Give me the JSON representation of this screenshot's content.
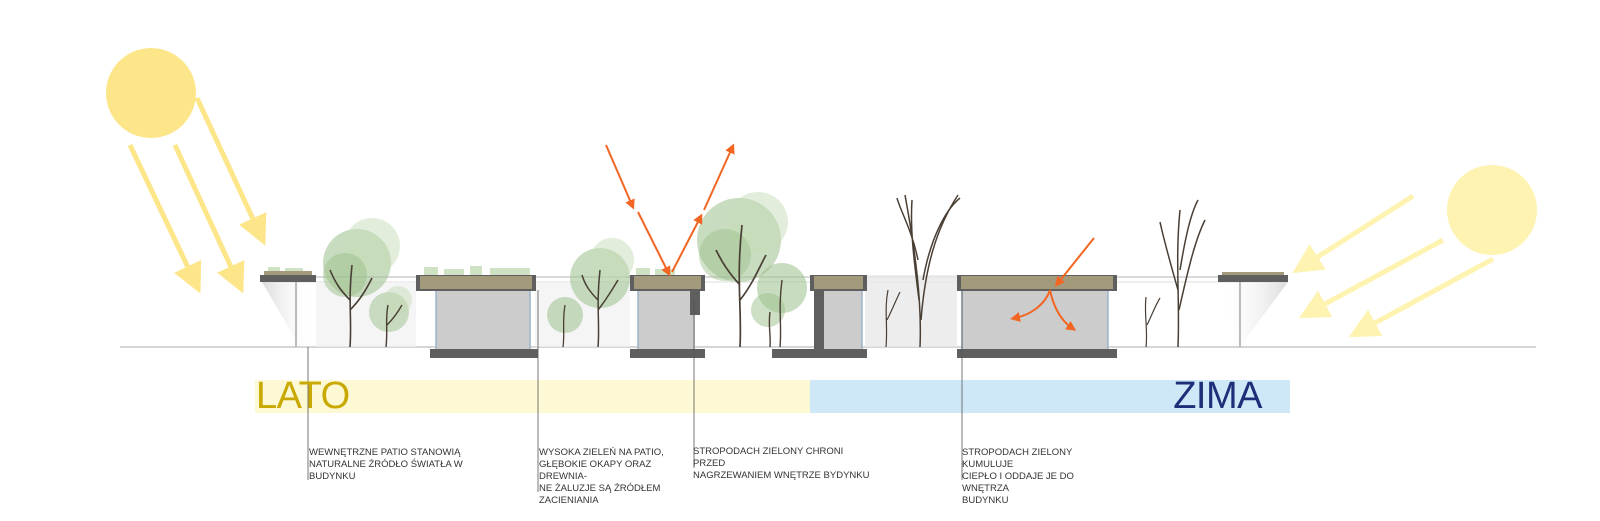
{
  "seasons": {
    "summer_label": "LATO",
    "winter_label": "ZIMA"
  },
  "annotations": [
    {
      "id": "patio-light",
      "text": "WEWNĘTRZNE PATIO STANOWIĄ\nNATURALNE ŹRÓDŁO ŚWIATŁA W\nBUDYNKU"
    },
    {
      "id": "shading",
      "text": "WYSOKA ZIELEŃ NA PATIO,\nGŁĘBOKIE OKAPY ORAZ DREWNIA-\nNE ŻALUZJE SĄ ŹRÓDŁEM\nZACIENIANIA"
    },
    {
      "id": "green-roof-summer",
      "text": "STROPODACH ZIELONY CHRONI PRZED\nNAGRZEWANIEM WNĘTRZE BYDYNKU"
    },
    {
      "id": "green-roof-winter",
      "text": "STROPODACH ZIELONY KUMULUJE\nCIEPŁO I ODDAJE JE DO WNĘTRZA\nBUDYNKU"
    }
  ],
  "colors": {
    "summer_sun": "#fde68a",
    "winter_sun": "#fef3b0",
    "summer_band": "#fdf9d4",
    "winter_band": "#cfe8f8",
    "summer_text": "#c9a800",
    "winter_text": "#1f2e78",
    "heat_arrow": "#f26522",
    "roof_soil": "#a39a7c",
    "slab": "#5f5f5f",
    "interior": "#cccccc",
    "tree": "#9bbf8a",
    "trunk": "#4a3f35"
  }
}
